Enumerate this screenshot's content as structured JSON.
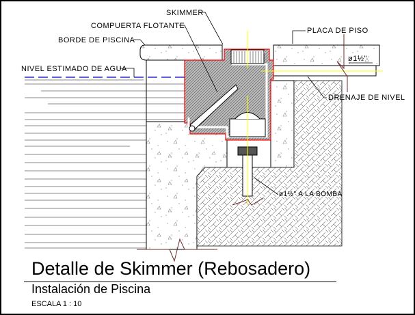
{
  "drawing": {
    "title": "Detalle de Skimmer (Rebosadero)",
    "subtitle": "Instalación de Piscina",
    "scale": "ESCALA 1 : 10"
  },
  "labels": {
    "skimmer": "SKIMMER",
    "compuerta": "COMPUERTA FLOTANTE",
    "borde": "BORDE DE PISCINA",
    "nivel": "NIVEL ESTIMADO DE AGUA",
    "placa": "PLACA DE PISO",
    "diam_drain": "ø1½\"",
    "drenaje": "DRENAJE DE NIVEL",
    "bomba": "ø1½\" A LA BOMBA"
  },
  "colors": {
    "skimmer_outline": "#ff0000",
    "water_level": "#0000cc",
    "axis": "#ffff00",
    "break_line": "#6b2a2a"
  }
}
